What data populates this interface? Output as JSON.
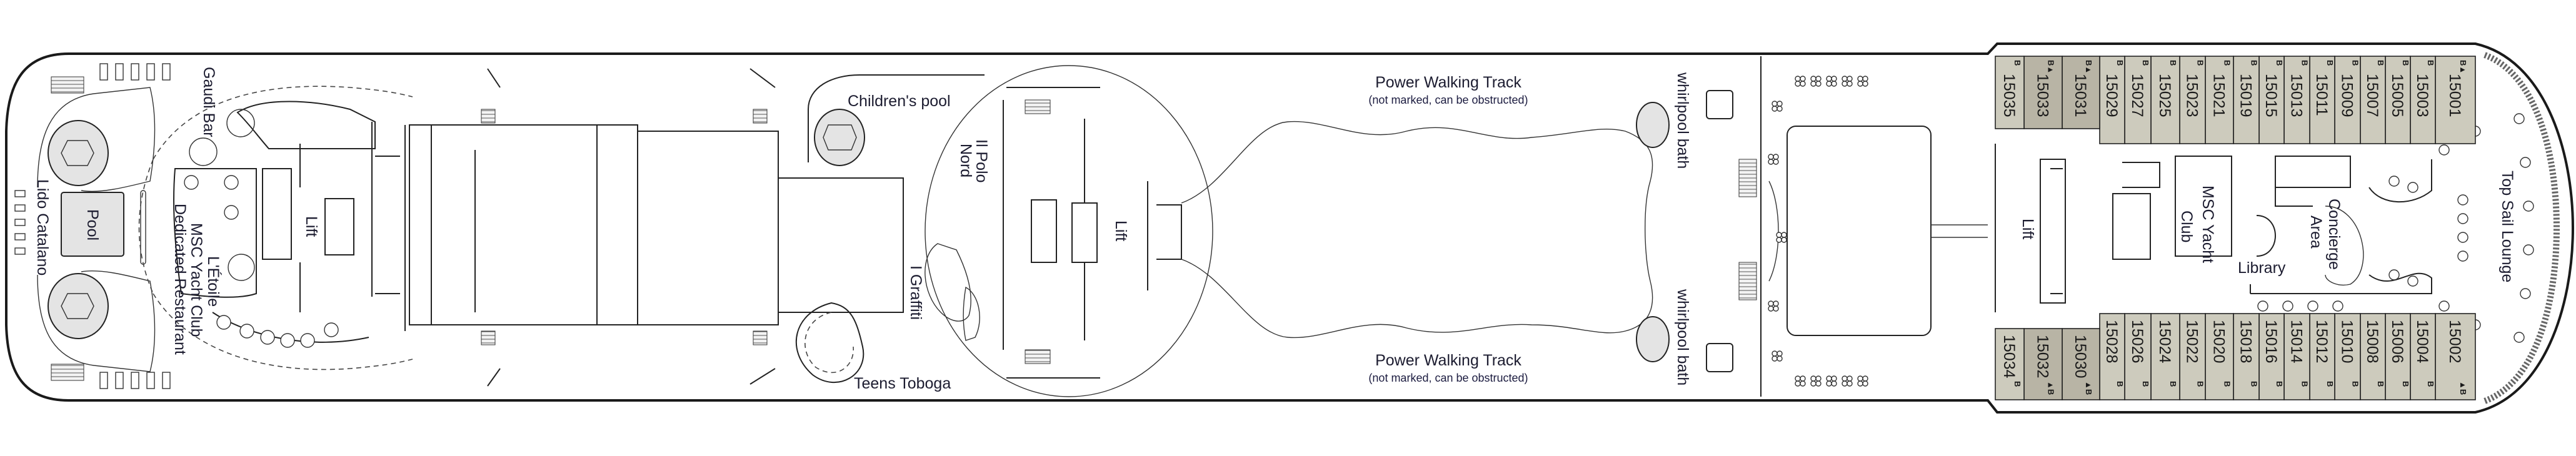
{
  "colors": {
    "cabin": "#cdcbbd",
    "cabin_dark": "#b8b4a5",
    "label": "#1c1c30"
  },
  "labels": {
    "gaudi_bar": "Gaudi Bar",
    "lido_catalano": "Lido Catalano",
    "pool": "Pool",
    "letoile": "L'Étoile",
    "yacht_club_restaurant_1": "MSC Yacht Club",
    "yacht_club_restaurant_2": "Dedicated Restaurant",
    "lift_aft": "Lift",
    "childrens_pool": "Children's pool",
    "il_polo_nord_1": "Il Polo",
    "il_polo_nord_2": "Nord",
    "i_graffiti": "I Graffiti",
    "teens_toboga": "Teens Toboga",
    "lift_mid": "Lift",
    "power_walking_top": "Power Walking Track",
    "power_walking_top_note": "(not marked, can be obstructed)",
    "power_walking_bottom": "Power Walking Track",
    "power_walking_bottom_note": "(not marked, can be obstructed)",
    "whirlpool_top": "whirlpool bath",
    "whirlpool_bottom": "whirlpool bath",
    "lift_fwd": "Lift",
    "msc_yacht_club_1": "MSC Yacht",
    "msc_yacht_club_2": "Club",
    "library": "Library",
    "concierge_1": "Concierge",
    "concierge_2": "Area",
    "top_sail_lounge": "Top Sail Lounge"
  },
  "cabins": {
    "top": [
      {
        "number": "15001",
        "category": "B▲"
      },
      {
        "number": "15003",
        "category": "B"
      },
      {
        "number": "15005",
        "category": "B"
      },
      {
        "number": "15007",
        "category": "B"
      },
      {
        "number": "15009",
        "category": "B"
      },
      {
        "number": "15011",
        "category": "B"
      },
      {
        "number": "15013",
        "category": "B"
      },
      {
        "number": "15015",
        "category": "B"
      },
      {
        "number": "15019",
        "category": "B"
      },
      {
        "number": "15021",
        "category": "B"
      },
      {
        "number": "15023",
        "category": "B"
      },
      {
        "number": "15025",
        "category": "B"
      },
      {
        "number": "15027",
        "category": "B"
      },
      {
        "number": "15029",
        "category": "B"
      },
      {
        "number": "15031",
        "category": "B▲",
        "dark": true
      },
      {
        "number": "15033",
        "category": "B▲",
        "dark": true
      },
      {
        "number": "15035",
        "category": "B"
      }
    ],
    "bottom": [
      {
        "number": "15002",
        "category": "▲B"
      },
      {
        "number": "15004",
        "category": "B"
      },
      {
        "number": "15006",
        "category": "B"
      },
      {
        "number": "15008",
        "category": "B"
      },
      {
        "number": "15010",
        "category": "B"
      },
      {
        "number": "15012",
        "category": "B"
      },
      {
        "number": "15014",
        "category": "B"
      },
      {
        "number": "15016",
        "category": "B"
      },
      {
        "number": "15018",
        "category": "B"
      },
      {
        "number": "15020",
        "category": "B"
      },
      {
        "number": "15022",
        "category": "B"
      },
      {
        "number": "15024",
        "category": "B"
      },
      {
        "number": "15026",
        "category": "B"
      },
      {
        "number": "15028",
        "category": "B"
      },
      {
        "number": "15030",
        "category": "▲B",
        "dark": true
      },
      {
        "number": "15032",
        "category": "▲B",
        "dark": true
      },
      {
        "number": "15034",
        "category": "B"
      }
    ]
  }
}
